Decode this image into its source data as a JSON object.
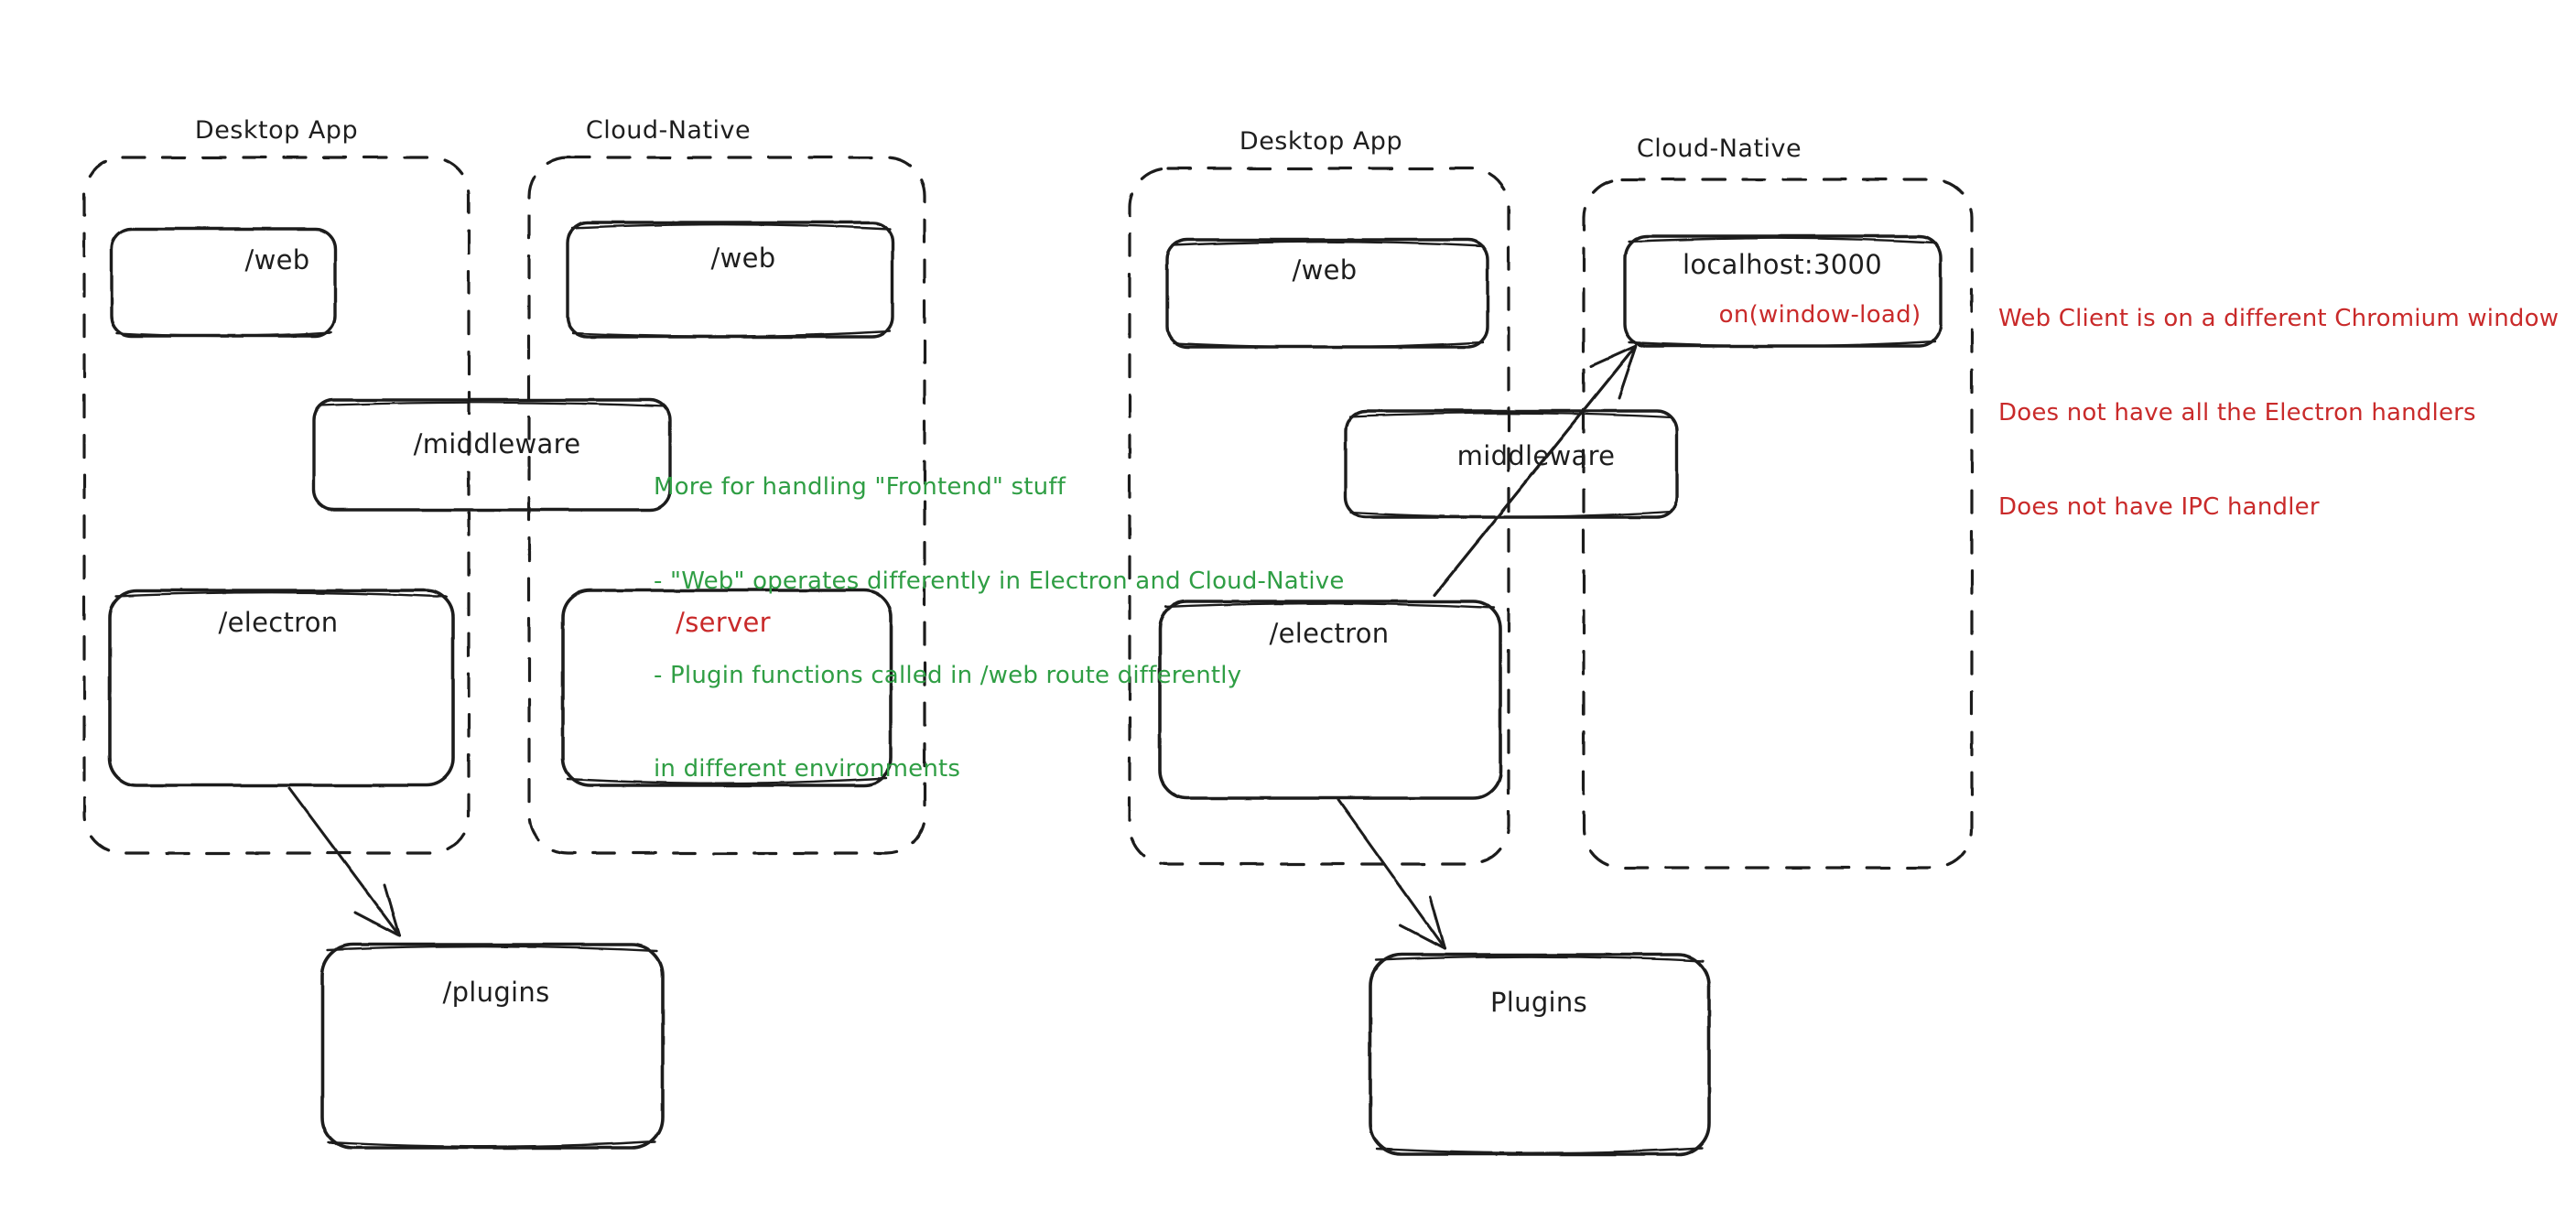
{
  "diagram": {
    "title_left_desktop": "Desktop App",
    "title_left_cloud": "Cloud-Native",
    "title_right_desktop": "Desktop App",
    "title_right_cloud": "Cloud-Native",
    "colors": {
      "stroke": "#1e1e1e",
      "green": "#2f9e44",
      "red": "#c92a2a",
      "background": "#ffffff"
    },
    "nodes": {
      "left_desktop_web": "/web",
      "left_cloud_web": "/web",
      "left_middleware": "/middleware",
      "left_desktop_electron": "/electron",
      "left_cloud_server": "/server",
      "left_plugins": "/plugins",
      "right_desktop_web": "/web",
      "right_cloud_localhost": "localhost:3000",
      "right_cloud_localhost_sub": "on(window-load)",
      "right_middleware": "middleware",
      "right_desktop_electron": "/electron",
      "right_plugins": "Plugins"
    },
    "annotations": {
      "green_note": [
        "More for handling \"Frontend\" stuff",
        "- \"Web\" operates differently in Electron and Cloud-Native",
        "- Plugin functions called in /web route differently",
        "in different environments"
      ],
      "red_note": [
        "Web Client is on a different Chromium window",
        "Does not have all the Electron handlers",
        "Does not have IPC handler"
      ]
    }
  }
}
